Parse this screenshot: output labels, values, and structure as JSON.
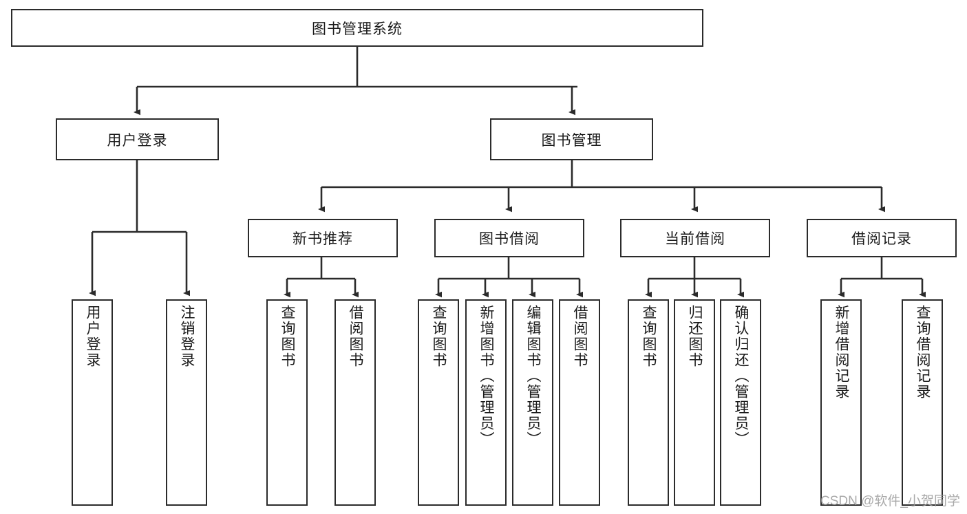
{
  "diagram": {
    "title": "图书管理系统",
    "type": "tree-hierarchy-diagram",
    "colors": {
      "stroke": "#2b2b2b",
      "fill": "#ffffff",
      "text": "#1b1b1b",
      "watermark": "#9b9b9b"
    },
    "root": {
      "label": "图书管理系统"
    },
    "level1": [
      {
        "label": "用户登录"
      },
      {
        "label": "图书管理"
      }
    ],
    "level2": [
      {
        "label": "新书推荐"
      },
      {
        "label": "图书借阅"
      },
      {
        "label": "当前借阅"
      },
      {
        "label": "借阅记录"
      }
    ],
    "leaves": {
      "user_login": [
        {
          "label": "用户登录"
        },
        {
          "label": "注销登录"
        }
      ],
      "new_book_recommend": [
        {
          "label": "查询图书"
        },
        {
          "label": "借阅图书"
        }
      ],
      "book_borrow": [
        {
          "label": "查询图书"
        },
        {
          "label": "新增图书（管理员）"
        },
        {
          "label": "编辑图书（管理员）"
        },
        {
          "label": "借阅图书"
        }
      ],
      "current_borrow": [
        {
          "label": "查询图书"
        },
        {
          "label": "归还图书"
        },
        {
          "label": "确认归还（管理员）"
        }
      ],
      "borrow_record": [
        {
          "label": "新增借阅记录"
        },
        {
          "label": "查询借阅记录"
        }
      ]
    }
  },
  "watermark": {
    "text": "CSDN @软件_小贺同学"
  }
}
